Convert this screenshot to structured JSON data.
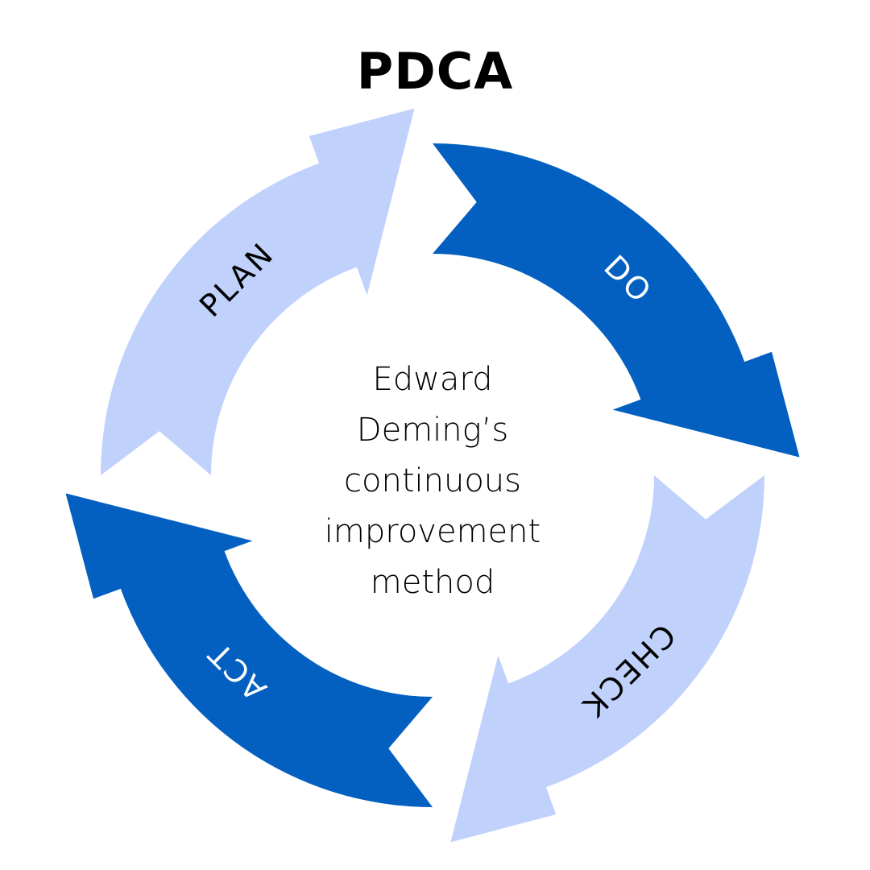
{
  "title": "PDCA",
  "center_text": {
    "lines": [
      "Edward",
      "Deming’s",
      "continuous",
      "improvement",
      "method"
    ]
  },
  "stages": [
    {
      "id": "plan",
      "label": "PLAN",
      "fill": "#C0D2FC",
      "text_color": "#000000"
    },
    {
      "id": "do",
      "label": "DO",
      "fill": "#0360C0",
      "text_color": "#FFFFFF"
    },
    {
      "id": "check",
      "label": "CHECK",
      "fill": "#C0D2FC",
      "text_color": "#000000"
    },
    {
      "id": "act",
      "label": "ACT",
      "fill": "#0360C0",
      "text_color": "#FFFFFF"
    }
  ]
}
